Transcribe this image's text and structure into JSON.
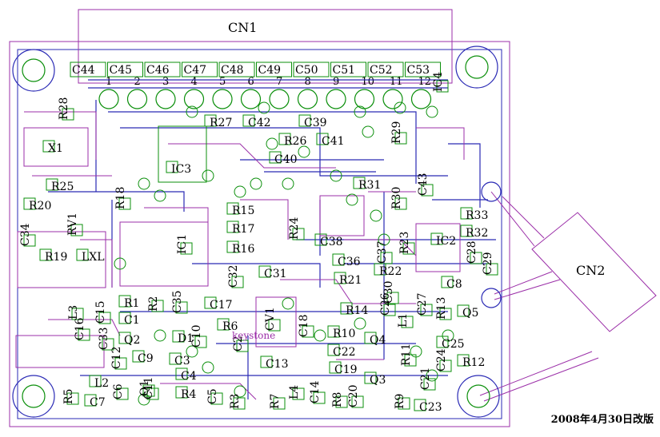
{
  "date_caption": "2008年4月30日改版",
  "connectors": {
    "cn1": "CN1",
    "cn2": "CN2"
  },
  "header_numbers": [
    "1",
    "2",
    "3",
    "4",
    "5",
    "6",
    "7",
    "8",
    "9",
    "10",
    "11",
    "12"
  ],
  "top_caps": [
    "C44",
    "C45",
    "C46",
    "C47",
    "C48",
    "C49",
    "C50",
    "C51",
    "C52",
    "C53"
  ],
  "labels": {
    "R28": "R28",
    "X1": "X1",
    "R25": "R25",
    "R20": "R20",
    "RV1": "RV1",
    "C34": "C34",
    "R19": "R19",
    "LXL": "LXL",
    "R27": "R27",
    "C42": "C42",
    "C39": "C39",
    "R26": "R26",
    "C41": "C41",
    "C40": "C40",
    "IC3": "IC3",
    "R29": "R29",
    "C43": "C43",
    "R18": "R18",
    "R31": "R31",
    "R15": "R15",
    "R17": "R17",
    "R16": "R16",
    "R24": "R24",
    "C38": "C38",
    "R30": "R30",
    "R33": "R33",
    "R32": "R32",
    "IC2": "IC2",
    "C37": "C37",
    "R23": "R23",
    "C28": "C28",
    "C29": "C29",
    "C36": "C36",
    "R22": "R22",
    "IC1": "IC1",
    "C32": "C32",
    "C31": "C31",
    "R21": "R21",
    "C30": "C30",
    "C8": "C8",
    "R1": "R1",
    "R2": "R2",
    "C35": "C35",
    "C17": "C17",
    "R14": "R14",
    "C26": "C26",
    "C27": "C27",
    "R13": "R13",
    "Q5": "Q5",
    "C1": "C1",
    "R6": "R6",
    "CV1": "CV1",
    "C18": "C18",
    "R10": "R10",
    "Q4": "Q4",
    "C25": "C25",
    "R12": "R12",
    "Q2": "Q2",
    "C9": "C9",
    "D1": "D1",
    "C3": "C3",
    "C2": "C2",
    "C13": "C13",
    "C22": "C22",
    "R11": "R11",
    "L1": "L1",
    "C24": "C24",
    "C33": "C33",
    "C19": "C19",
    "Q3": "Q3",
    "C21": "C21",
    "L2": "L2",
    "C4": "C4",
    "C6": "C6",
    "C11": "C11",
    "R4": "R4",
    "R5": "R5",
    "C7": "C7",
    "C5": "C5",
    "R3": "R3",
    "R7": "R7",
    "L4": "L4",
    "C14": "C14",
    "R8": "R8",
    "C20": "C20",
    "R9": "R9",
    "C23": "C23",
    "IC4": "IC4",
    "C16": "C16",
    "L3": "L3",
    "C10": "C10",
    "Q1": "Q1",
    "C15": "C15",
    "C12": "C12"
  },
  "watermark_text": "keystone",
  "colors": {
    "board": "#9b2fa8",
    "copper": "#2a2ab5",
    "pad": "#0b8f0b",
    "text": "#000000"
  }
}
